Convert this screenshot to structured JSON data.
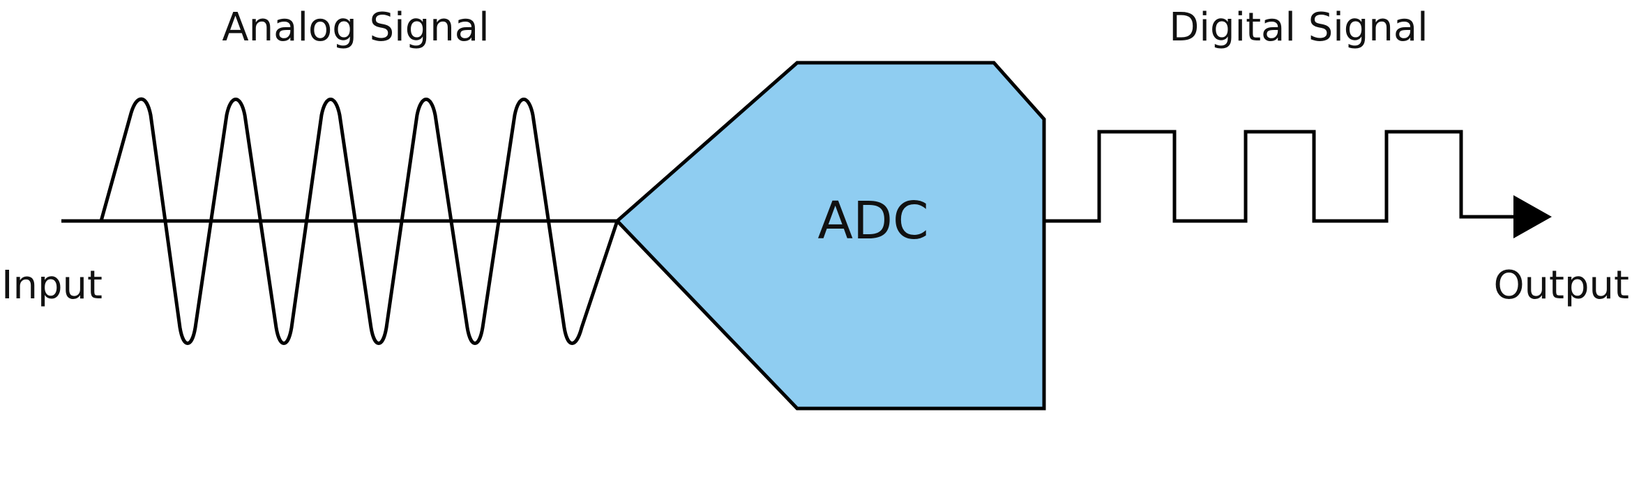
{
  "labels": {
    "analog_title": "Analog Signal",
    "digital_title": "Digital Signal",
    "input": "Input",
    "output": "Output",
    "adc": "ADC"
  },
  "colors": {
    "adc_fill": "#8FCDF1",
    "stroke": "#000000",
    "text": "#111111",
    "background": "#FFFFFF"
  },
  "analog_wave": {
    "cycles": 5
  },
  "digital_wave": {
    "pulses": 3
  }
}
